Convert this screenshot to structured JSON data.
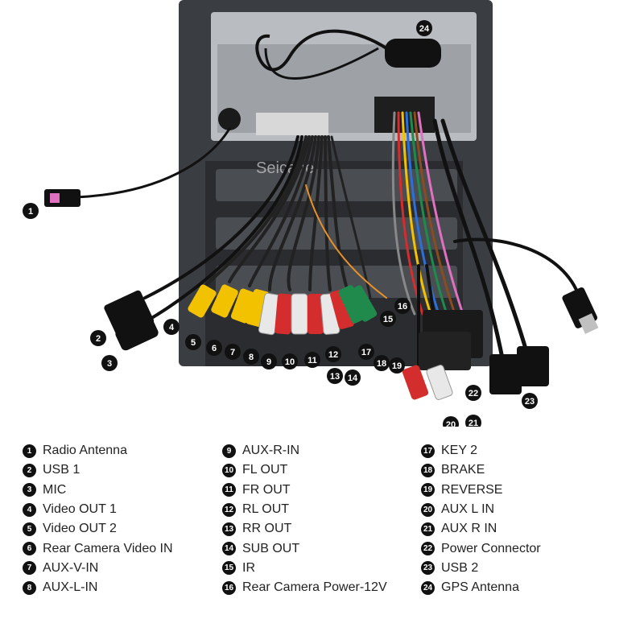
{
  "watermark": "Seicane",
  "colors": {
    "badge": "#111111",
    "rca_yellow": "#f2c200",
    "rca_white": "#e8e8e8",
    "rca_red": "#d42d2d",
    "rca_green": "#1f8a4c"
  },
  "legend": [
    {
      "n": "1",
      "label": "Radio Antenna"
    },
    {
      "n": "2",
      "label": "USB 1"
    },
    {
      "n": "3",
      "label": "MIC"
    },
    {
      "n": "4",
      "label": "Video OUT 1"
    },
    {
      "n": "5",
      "label": "Video OUT 2"
    },
    {
      "n": "6",
      "label": "Rear Camera Video IN"
    },
    {
      "n": "7",
      "label": "AUX-V-IN"
    },
    {
      "n": "8",
      "label": "AUX-L-IN"
    },
    {
      "n": "9",
      "label": "AUX-R-IN"
    },
    {
      "n": "10",
      "label": "FL OUT"
    },
    {
      "n": "11",
      "label": "FR OUT"
    },
    {
      "n": "12",
      "label": "RL OUT"
    },
    {
      "n": "13",
      "label": "RR OUT"
    },
    {
      "n": "14",
      "label": "SUB OUT"
    },
    {
      "n": "15",
      "label": "IR"
    },
    {
      "n": "16",
      "label": "Rear Camera Power-12V"
    },
    {
      "n": "17",
      "label": "KEY 2"
    },
    {
      "n": "18",
      "label": "BRAKE"
    },
    {
      "n": "19",
      "label": "REVERSE"
    },
    {
      "n": "20",
      "label": "AUX L IN"
    },
    {
      "n": "21",
      "label": "AUX R IN"
    },
    {
      "n": "22",
      "label": "Power Connector"
    },
    {
      "n": "23",
      "label": "USB 2"
    },
    {
      "n": "24",
      "label": "GPS Antenna"
    }
  ]
}
